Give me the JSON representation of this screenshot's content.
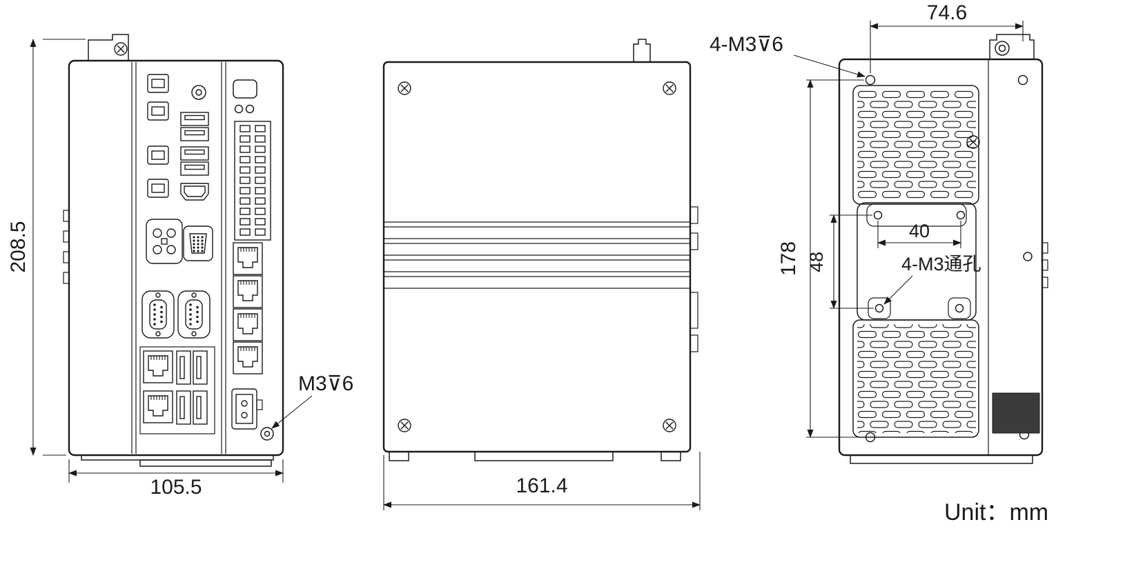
{
  "drawing": {
    "unit_label": "Unit：mm",
    "front_view": {
      "height": "208.5",
      "width": "105.5",
      "screw_note": "M3⊽6"
    },
    "side_view": {
      "width": "161.4"
    },
    "back_view": {
      "top_hole_spacing": "74.6",
      "side_hole_spacing": "178",
      "bracket_hole_spacing_v": "48",
      "bracket_hole_spacing_h": "40",
      "top_screw_note": "4-M3⊽6",
      "through_hole_note": "4-M3通孔"
    },
    "colors": {
      "line": "#1a1a1a",
      "background": "#ffffff",
      "label_panel": "#3b3b3b"
    }
  }
}
